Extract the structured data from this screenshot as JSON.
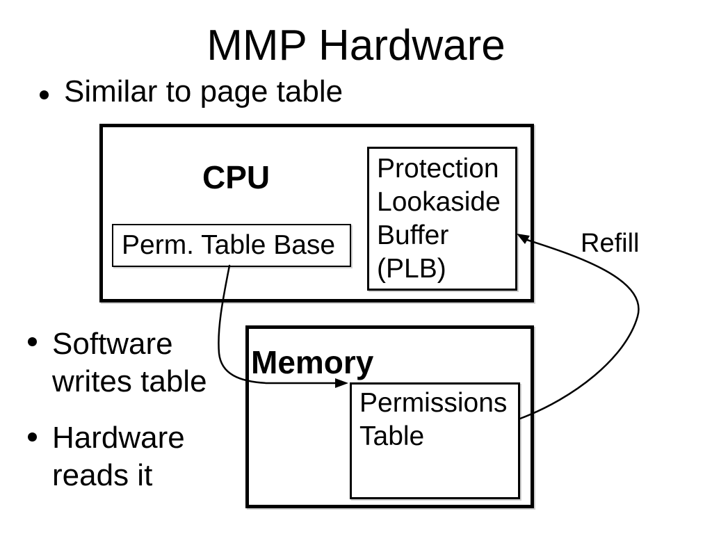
{
  "slide": {
    "title": "MMP Hardware",
    "background_color": "#ffffff",
    "ink_color": "#000000"
  },
  "bullets": {
    "top": [
      {
        "label": "Similar to page table"
      }
    ],
    "left": [
      {
        "label": "Software writes table",
        "lines": [
          "Software",
          "writes table"
        ]
      },
      {
        "label": "Hardware reads it",
        "lines": [
          "Hardware",
          "reads it"
        ]
      }
    ]
  },
  "diagram": {
    "nodes": [
      {
        "id": "cpu",
        "label": "CPU",
        "type": "container"
      },
      {
        "id": "perm-table-base",
        "label": "Perm. Table Base",
        "parent": "cpu"
      },
      {
        "id": "plb",
        "label": "Protection Lookaside Buffer (PLB)",
        "lines": [
          "Protection",
          "Lookaside",
          "Buffer",
          "(PLB)"
        ],
        "parent": "cpu"
      },
      {
        "id": "memory",
        "label": "Memory",
        "type": "container"
      },
      {
        "id": "permissions-table",
        "label": "Permissions Table",
        "lines": [
          "Permissions",
          "Table"
        ],
        "parent": "memory"
      }
    ],
    "edges": [
      {
        "from": "perm-table-base",
        "to": "permissions-table",
        "label": ""
      },
      {
        "from": "permissions-table",
        "to": "plb",
        "label": "Refill"
      }
    ]
  }
}
